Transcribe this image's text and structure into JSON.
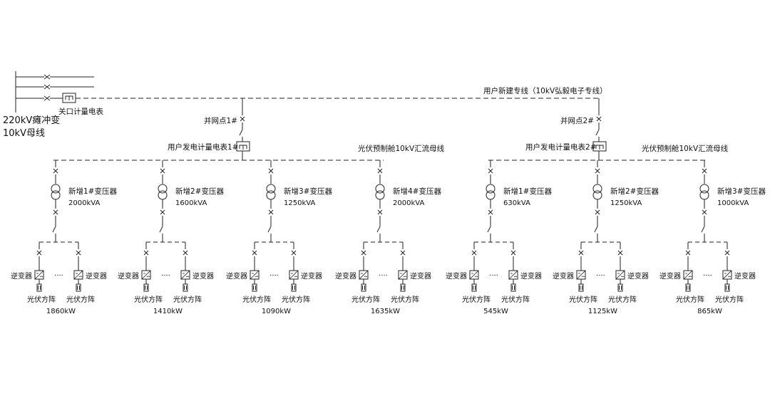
{
  "source": {
    "substation_line1": "220kV瘫冲变",
    "substation_line2": "10kV母线",
    "meter_label": "关口计量电表"
  },
  "line_label": "用户新建专线（10kV弘毅电子专线）",
  "systems": [
    {
      "grid_point_label": "并网点1#",
      "meter_label": "用户发电计量电表1#",
      "bus_label": "光伏预制舱10kV汇流母线",
      "branches": [
        {
          "transformer_name": "新增1#变压器",
          "capacity": "2000kVA",
          "pv_power": "1860kW",
          "inverter_left": "逆变器",
          "inverter_right": "逆变器",
          "pv_left": "光伏方阵",
          "pv_right": "光伏方阵",
          "dots": "····"
        },
        {
          "transformer_name": "新增2#变压器",
          "capacity": "1600kVA",
          "pv_power": "1410kW",
          "inverter_left": "逆变器",
          "inverter_right": "逆变器",
          "pv_left": "光伏方阵",
          "pv_right": "光伏方阵",
          "dots": "····"
        },
        {
          "transformer_name": "新增3#变压器",
          "capacity": "1250kVA",
          "pv_power": "1090kW",
          "inverter_left": "逆变器",
          "inverter_right": "逆变器",
          "pv_left": "光伏方阵",
          "pv_right": "光伏方阵",
          "dots": "····"
        },
        {
          "transformer_name": "新增4#变压器",
          "capacity": "2000kVA",
          "pv_power": "1635kW",
          "inverter_left": "逆变器",
          "inverter_right": "逆变器",
          "pv_left": "光伏方阵",
          "pv_right": "光伏方阵",
          "dots": "····"
        }
      ]
    },
    {
      "grid_point_label": "并网点2#",
      "meter_label": "用户发电计量电表2#",
      "bus_label": "光伏预制舱10kV汇流母线",
      "branches": [
        {
          "transformer_name": "新增1#变压器",
          "capacity": "630kVA",
          "pv_power": "545kW",
          "inverter_left": "逆变器",
          "inverter_right": "逆变器",
          "pv_left": "光伏方阵",
          "pv_right": "光伏方阵",
          "dots": "····"
        },
        {
          "transformer_name": "新增2#变压器",
          "capacity": "1250kVA",
          "pv_power": "1125kW",
          "inverter_left": "逆变器",
          "inverter_right": "逆变器",
          "pv_left": "光伏方阵",
          "pv_right": "光伏方阵",
          "dots": "····"
        },
        {
          "transformer_name": "新增3#变压器",
          "capacity": "1000kVA",
          "pv_power": "865kW",
          "inverter_left": "逆变器",
          "inverter_right": "逆变器",
          "pv_left": "光伏方阵",
          "pv_right": "光伏方阵",
          "dots": "····"
        }
      ]
    }
  ]
}
